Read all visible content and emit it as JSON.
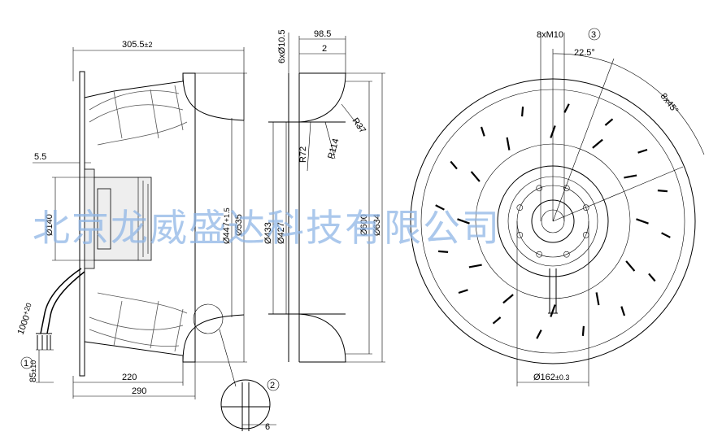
{
  "side_view": {
    "dims": {
      "overall_depth": "305.5",
      "overall_depth_tol": "±2",
      "flange_offset": "5.5",
      "motor_dia": "Ø140",
      "inlet_dia": "Ø447",
      "inlet_dia_tol": "+1.5",
      "outer_dia": "Ø535",
      "depth_220": "220",
      "depth_290": "290",
      "cable_length": "1000",
      "cable_length_tol": "+20",
      "cable_strip": "85",
      "cable_strip_tol": "±10"
    },
    "callouts": {
      "cable": "1",
      "detail": "2"
    },
    "detail_dim": "6"
  },
  "inlet_ring": {
    "dims": {
      "holes": "6xØ10.5",
      "width": "98.5",
      "flange": "2",
      "r72": "R72",
      "r114": "R114",
      "r37": "R37",
      "d433": "Ø433",
      "d427": "Ø427",
      "d600": "Ø600",
      "d634": "Ø634"
    }
  },
  "front_view": {
    "dims": {
      "threads": "8xM10",
      "threads_callout": "3",
      "angle_half": "22.5°",
      "angle_pitch": "8x45°",
      "bolt_circle": "Ø162",
      "bolt_circle_tol": "±0.3"
    }
  },
  "watermark": "北京龙威盛达科技有限公司"
}
